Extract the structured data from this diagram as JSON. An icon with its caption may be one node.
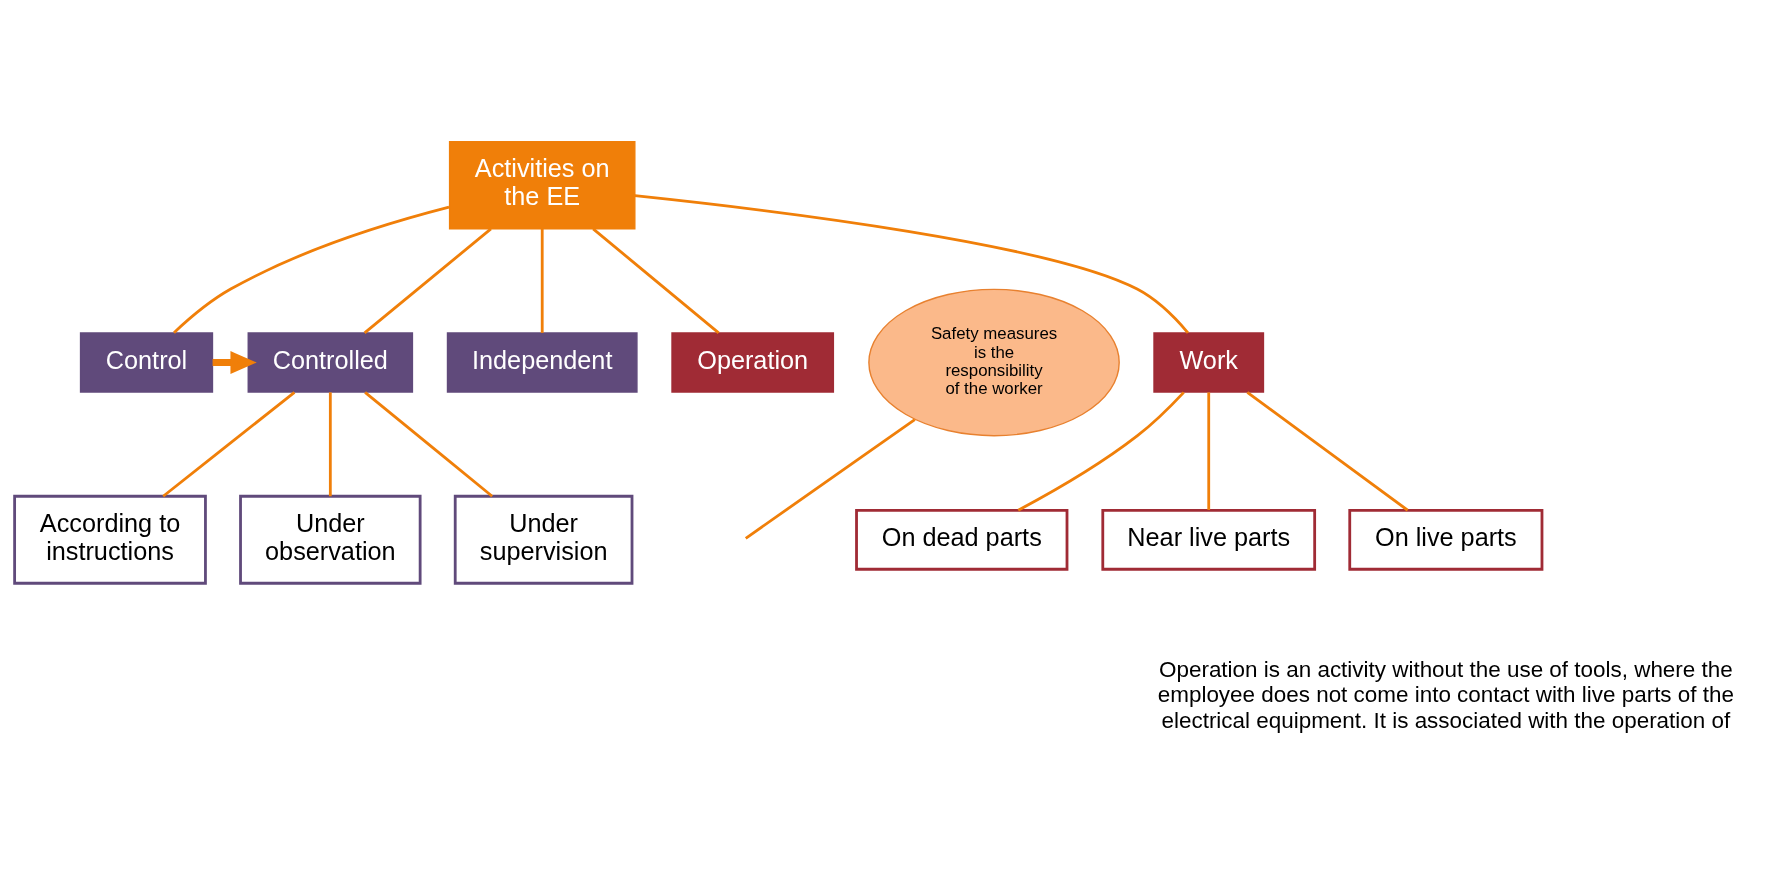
{
  "diagram": {
    "nodes": [
      {
        "text": [
          "Activities on the EE"
        ]
      },
      {
        "text": [
          "Control"
        ]
      },
      {
        "text": [
          "Controlled"
        ]
      },
      {
        "text": [
          "Independent"
        ]
      },
      {
        "text": [
          "Operation"
        ]
      },
      {
        "text": [
          "Work"
        ]
      },
      {
        "text": [
          "According to instructions"
        ]
      },
      {
        "text": [
          "Under observation"
        ]
      },
      {
        "text": [
          "Under supervision"
        ]
      },
      {
        "text": [
          "On dead parts"
        ]
      },
      {
        "text": [
          "Near live parts"
        ]
      },
      {
        "text": [
          "On live parts"
        ]
      },
      {
        "text": [
          "Safety measures is the responsibility of the worker"
        ]
      }
    ],
    "edges": [
      {
        "from": 0,
        "to": 1,
        "arrow": "none"
      },
      {
        "from": 0,
        "to": 2,
        "arrow": "none"
      },
      {
        "from": 0,
        "to": 3,
        "arrow": "none"
      },
      {
        "from": 0,
        "to": 4,
        "arrow": "none"
      },
      {
        "from": 0,
        "to": 5,
        "arrow": "none"
      },
      {
        "from": 1,
        "to": 2,
        "arrow": "to",
        "style": "thick"
      },
      {
        "from": 2,
        "to": 6,
        "arrow": "none"
      },
      {
        "from": 2,
        "to": 7,
        "arrow": "none"
      },
      {
        "from": 2,
        "to": 8,
        "arrow": "none"
      },
      {
        "from": 5,
        "to": 9,
        "arrow": "none"
      },
      {
        "from": 5,
        "to": 10,
        "arrow": "none"
      },
      {
        "from": 5,
        "to": 11,
        "arrow": "none"
      },
      {
        "from": 12,
        "to": null,
        "arrow": "none"
      }
    ],
    "labels": [
      "Operation is an activity without the use of tools, where the employee does not come into contact with live parts of the electrical equipment. It is associated with the operation of"
    ]
  }
}
